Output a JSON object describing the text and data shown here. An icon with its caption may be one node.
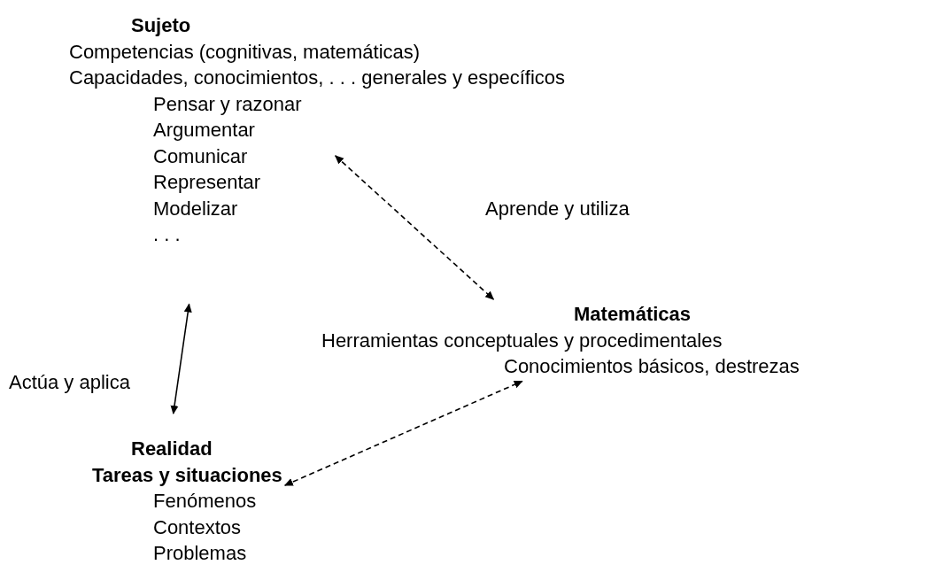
{
  "diagram": {
    "nodes": [
      {
        "text": [
          "Sujeto",
          "Competencias (cognitivas, matemáticas)",
          "Capacidades, conocimientos, . . . generales y específicos",
          "Pensar y razonar",
          "Argumentar",
          "Comunicar",
          "Representar",
          "Modelizar",
          ". . ."
        ]
      },
      {
        "text": [
          "Matemáticas",
          "Herramientas conceptuales y procedimentales",
          "Conocimientos básicos, destrezas"
        ]
      },
      {
        "text": [
          "Realidad",
          "Tareas y situaciones",
          "Fenómenos",
          "Contextos",
          "Problemas"
        ]
      }
    ],
    "edges": [
      {
        "from": 0,
        "to": 1,
        "arrow": "both",
        "style": "dashed",
        "label": "Aprende y utiliza"
      },
      {
        "from": 0,
        "to": 2,
        "arrow": "both",
        "label": "Actúa y aplica"
      },
      {
        "from": 2,
        "to": 1,
        "arrow": "both",
        "style": "dashed"
      }
    ]
  }
}
